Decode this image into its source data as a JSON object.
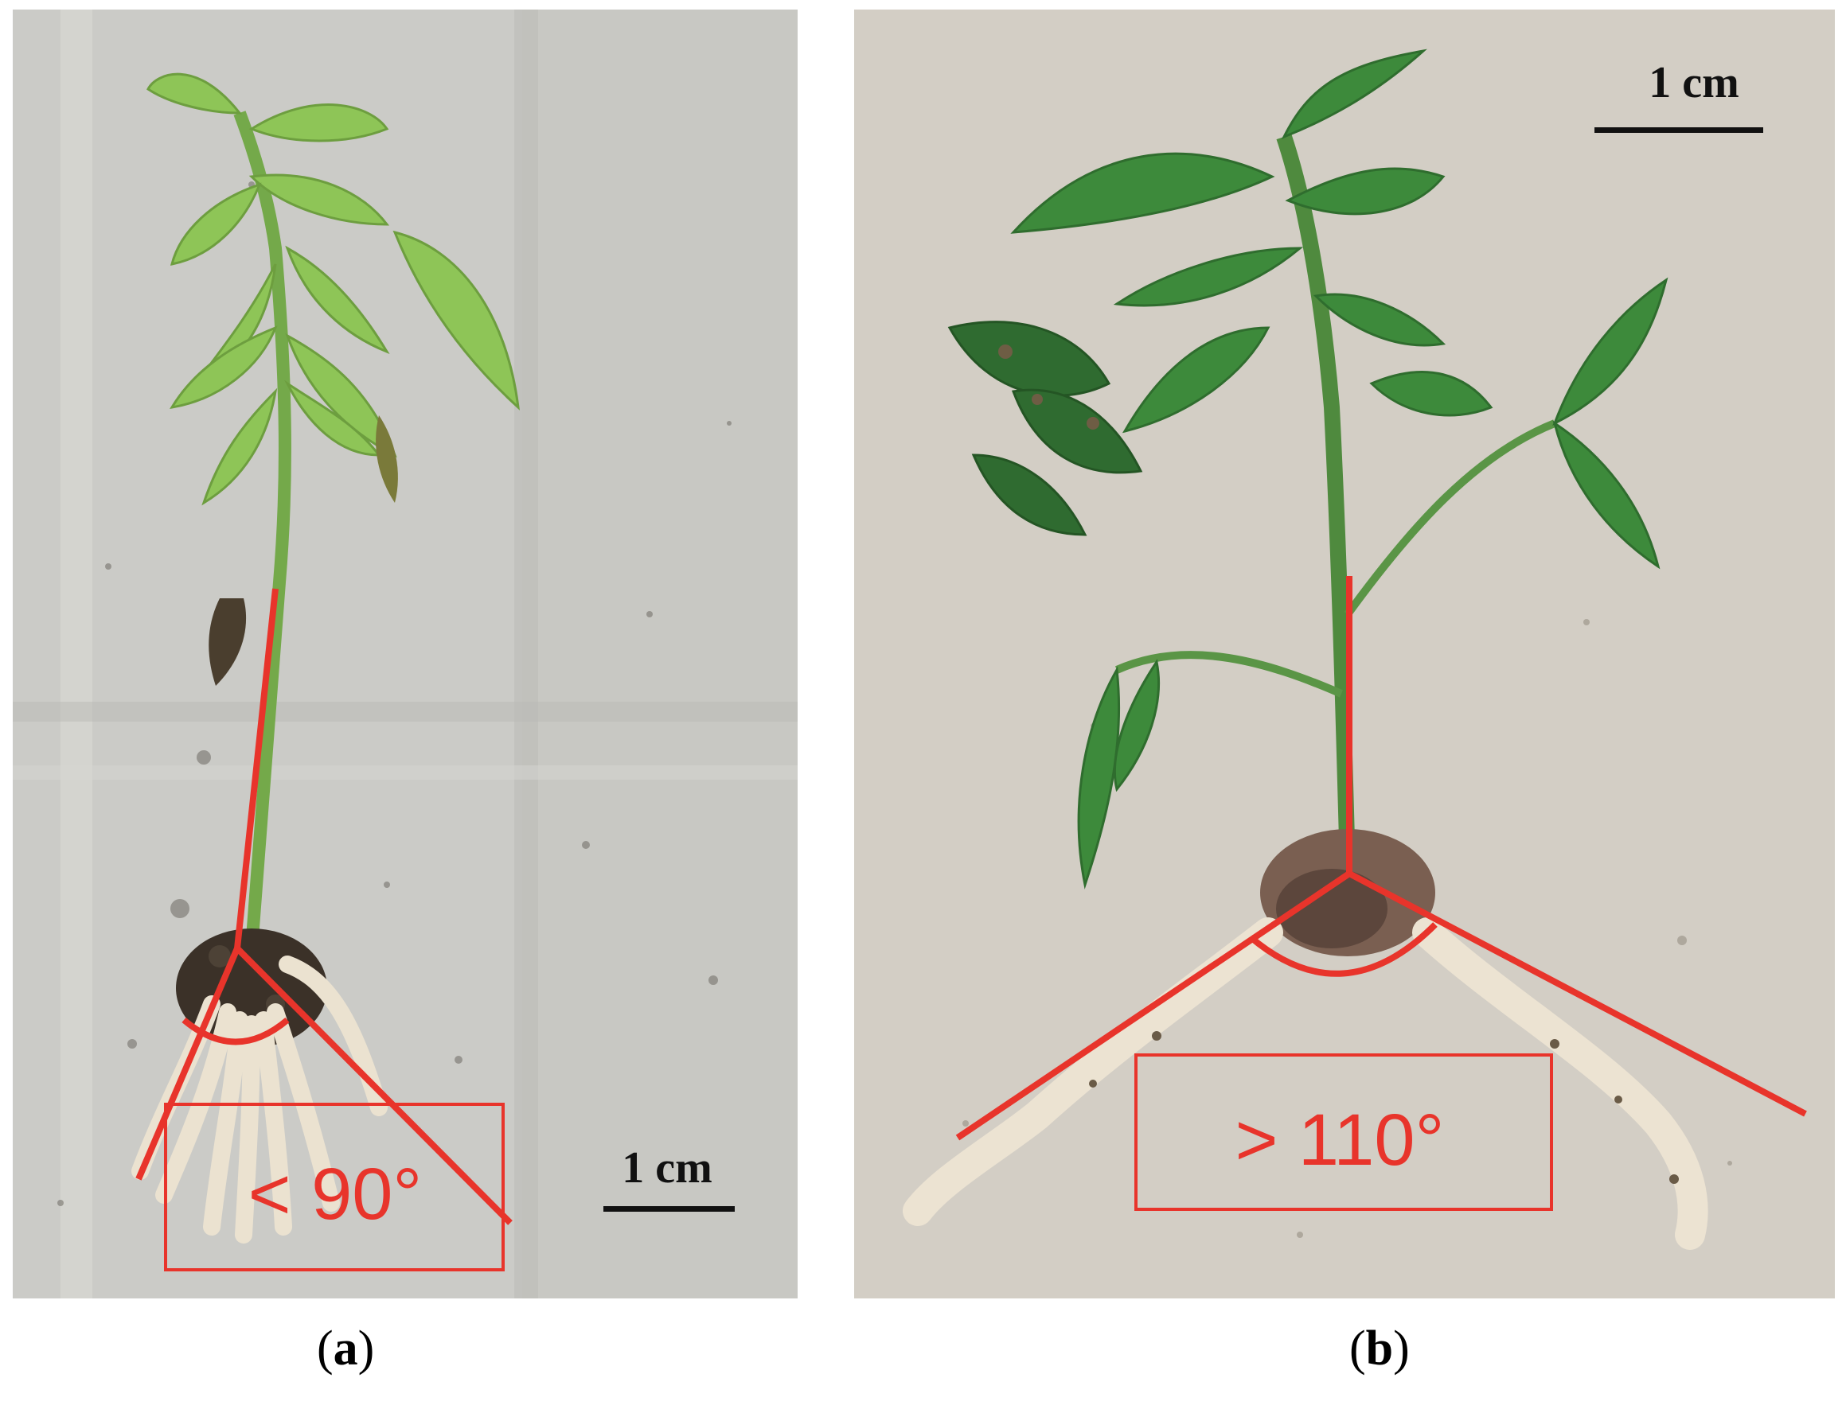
{
  "panels": [
    {
      "id": "a",
      "scale_bar_label": "1 cm",
      "angle_label": "< 90°",
      "caption_open": "(",
      "caption_letter": "a",
      "caption_close": ")"
    },
    {
      "id": "b",
      "scale_bar_label": "1 cm",
      "angle_label": "> 110°",
      "caption_open": "(",
      "caption_letter": "b",
      "caption_close": ")"
    }
  ],
  "colors": {
    "annotation_red": "#e8342b",
    "scale_bar": "#111111",
    "background_a": "#c9c8c4",
    "background_b": "#d4cfc6",
    "leaf_green_a": "#8cc456",
    "leaf_green_b": "#3f8a3c",
    "root_white": "#ece3d2"
  }
}
